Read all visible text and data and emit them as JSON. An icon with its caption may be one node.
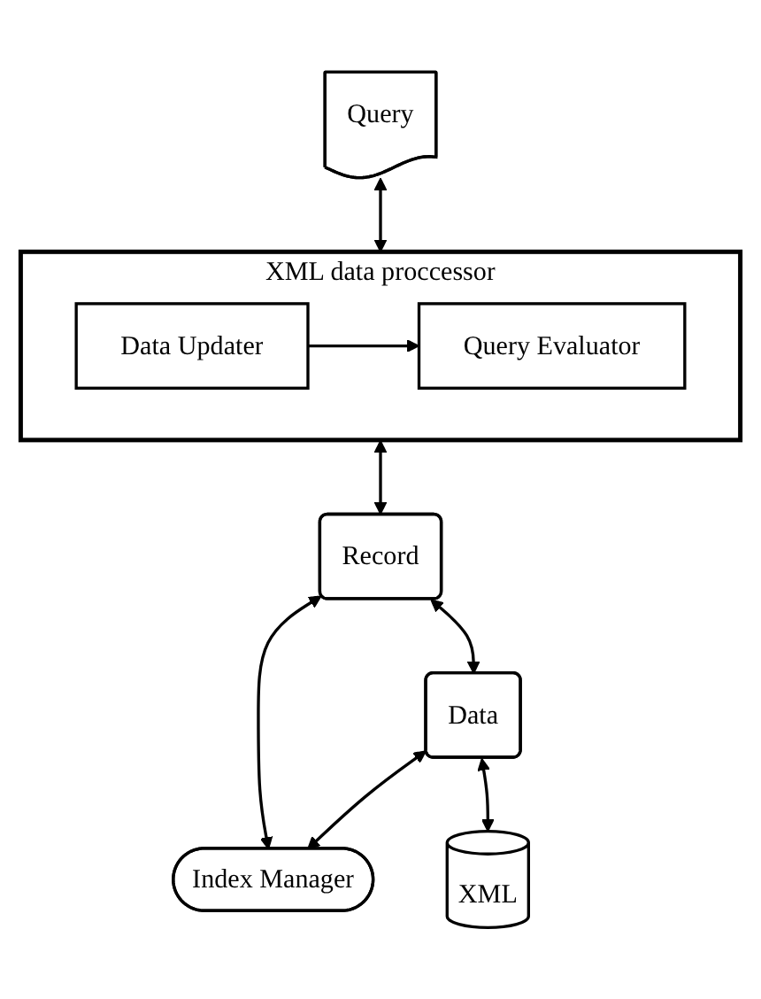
{
  "diagram": {
    "nodes": [
      {
        "text": [
          "Query"
        ]
      },
      {
        "text": [
          "XML data proccessor"
        ]
      },
      {
        "text": [
          "Query Evaluator"
        ],
        "in": 1
      },
      {
        "text": [
          "Data Updater"
        ],
        "in": 1
      },
      {
        "text": [
          "Record"
        ]
      },
      {
        "text": [
          "Index Manager"
        ]
      },
      {
        "text": [
          "Data"
        ]
      },
      {
        "text": [
          "XML"
        ]
      }
    ],
    "edges": [
      {
        "from": 0,
        "to": 1,
        "arrow": "both"
      },
      {
        "from": 3,
        "to": 2,
        "arrow": "to"
      },
      {
        "from": 1,
        "to": 4,
        "arrow": "both"
      },
      {
        "from": 4,
        "to": 5,
        "arrow": "both"
      },
      {
        "from": 4,
        "to": 6,
        "arrow": "both"
      },
      {
        "from": 6,
        "to": 5,
        "arrow": "both"
      },
      {
        "from": 6,
        "to": 7,
        "arrow": "both"
      }
    ]
  }
}
